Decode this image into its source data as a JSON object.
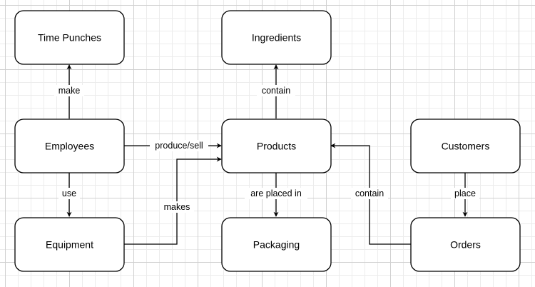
{
  "nodes": {
    "time_punches": "Time Punches",
    "ingredients": "Ingredients",
    "employees": "Employees",
    "products": "Products",
    "customers": "Customers",
    "equipment": "Equipment",
    "packaging": "Packaging",
    "orders": "Orders"
  },
  "edges": {
    "make": "make",
    "contain_ingredients": "contain",
    "produce_sell": "produce/sell",
    "use": "use",
    "makes": "makes",
    "are_placed_in": "are placed in",
    "contain_orders": "contain",
    "place": "place"
  }
}
